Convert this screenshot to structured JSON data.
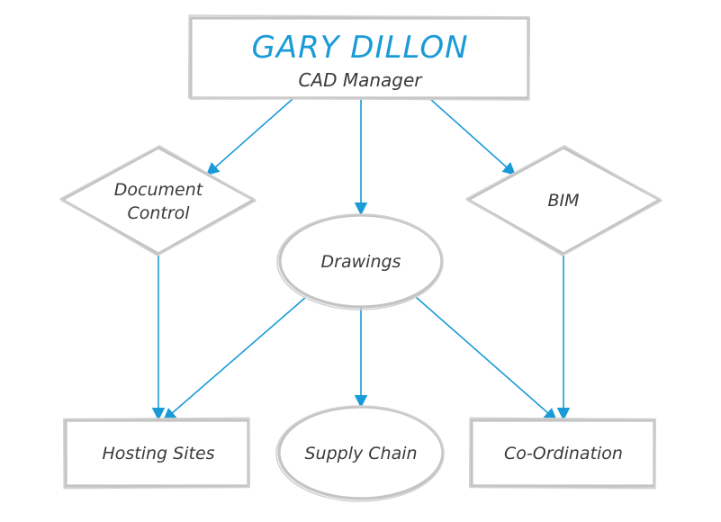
{
  "root": {
    "name": "GARY DILLON",
    "role": "CAD Manager"
  },
  "nodes": {
    "document_control": {
      "line1": "Document",
      "line2": "Control"
    },
    "drawings": "Drawings",
    "bim": "BIM",
    "hosting_sites": "Hosting Sites",
    "supply_chain": "Supply Chain",
    "co_ordination": "Co-Ordination"
  },
  "colors": {
    "accent": "#1a9bd7",
    "outline": "#c4c4c4",
    "text": "#3a3a3a"
  }
}
